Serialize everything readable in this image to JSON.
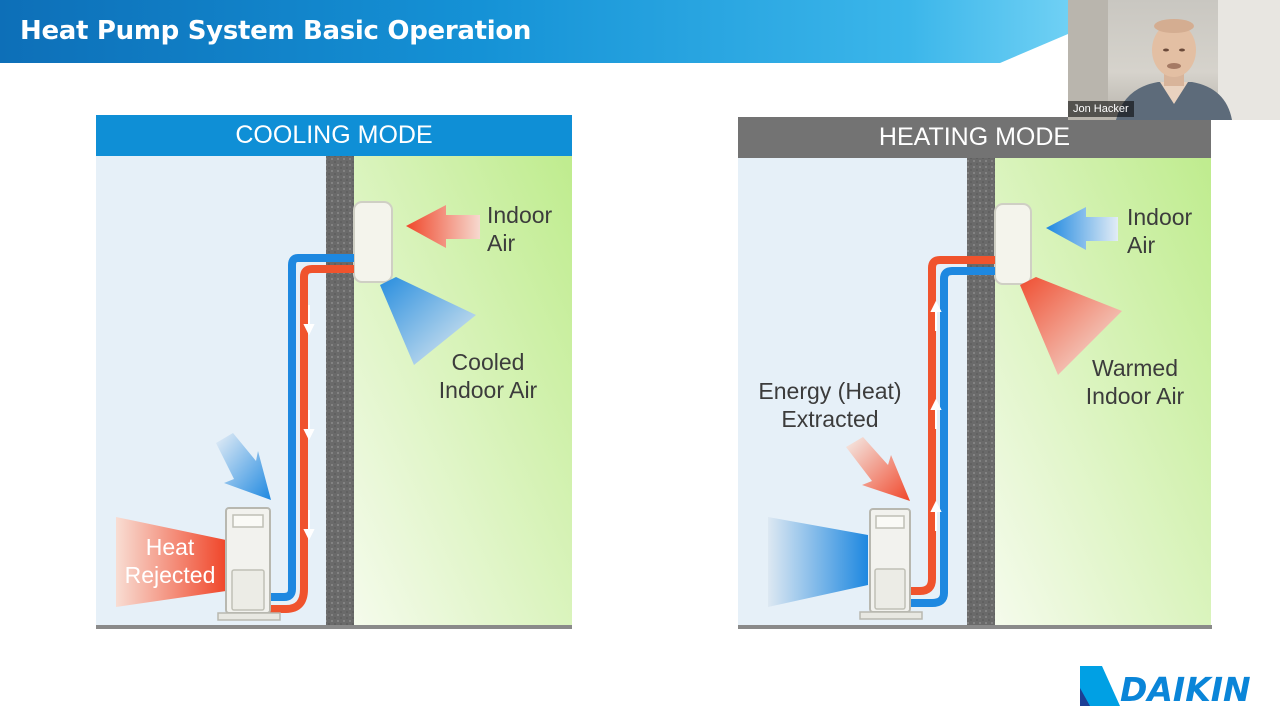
{
  "slide": {
    "title": "Heat Pump System Basic Operation"
  },
  "cooling": {
    "header": "COOLING MODE",
    "header_color": "#0f8fd6",
    "label_indoor_air": [
      "Indoor",
      "Air"
    ],
    "label_cooled": [
      "Cooled",
      "Indoor Air"
    ],
    "label_heat_rejected": [
      "Heat",
      "Rejected"
    ]
  },
  "heating": {
    "header": "HEATING MODE",
    "header_color": "#737373",
    "label_indoor_air": [
      "Indoor",
      "Air"
    ],
    "label_warmed": [
      "Warmed",
      "Indoor Air"
    ],
    "label_energy": [
      "Energy (Heat)",
      "Extracted"
    ]
  },
  "colors": {
    "hot": "#f0532d",
    "cold": "#1e88e0",
    "outdoor_bg": "#e6f0f8",
    "indoor_bg": "#c8ee9c"
  },
  "webcam": {
    "name": "Jon Hacker"
  },
  "brand": {
    "logo_text": "DAIKIN"
  }
}
